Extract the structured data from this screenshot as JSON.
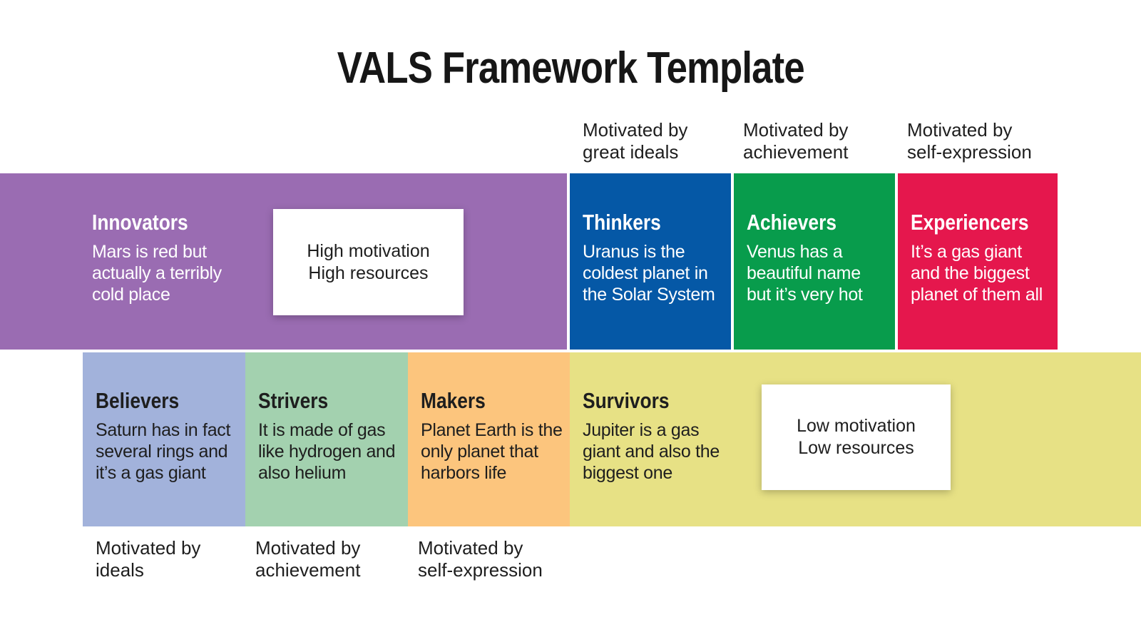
{
  "title": "VALS Framework Template",
  "colors": {
    "text_light": "#FFFFFF",
    "text_dark": "#1E1E1E",
    "background": "#FFFFFF"
  },
  "top_axis_labels": [
    {
      "text": "Motivated by\ngreat ideals"
    },
    {
      "text": "Motivated by\nachievement"
    },
    {
      "text": "Motivated by\nself-expression"
    }
  ],
  "bottom_axis_labels": [
    {
      "text": "Motivated by\nideals"
    },
    {
      "text": "Motivated by\nachievement"
    },
    {
      "text": "Motivated by\nself-expression"
    }
  ],
  "callouts": {
    "high": {
      "text": "High motivation\nHigh resources"
    },
    "low": {
      "text": "Low motivation\nLow resources"
    }
  },
  "segments": {
    "innovators": {
      "name": "Innovators",
      "description": "Mars is red but\nactually a terribly\ncold place",
      "color": "#9A6CB2"
    },
    "thinkers": {
      "name": "Thinkers",
      "description": "Uranus is the\ncoldest planet in\nthe Solar System",
      "color": "#0558A6"
    },
    "achievers": {
      "name": "Achievers",
      "description": "Venus has a\nbeautiful name\nbut it’s very hot",
      "color": "#089C4C"
    },
    "experiencers": {
      "name": "Experiencers",
      "description": "It’s a gas giant\nand the biggest\nplanet of them all",
      "color": "#E5174D"
    },
    "believers": {
      "name": "Believers",
      "description": "Saturn has in fact\nseveral rings and\nit’s a gas giant",
      "color": "#A2B2DB"
    },
    "strivers": {
      "name": "Strivers",
      "description": "It is made of gas\nlike hydrogen and\nalso helium",
      "color": "#A3D1AF"
    },
    "makers": {
      "name": "Makers",
      "description": "Planet Earth is the\nonly planet that\nharbors life",
      "color": "#FCC57D"
    },
    "survivors": {
      "name": "Survivors",
      "description": "Jupiter is a gas\ngiant and also the\nbiggest one",
      "color": "#E7E185"
    }
  }
}
